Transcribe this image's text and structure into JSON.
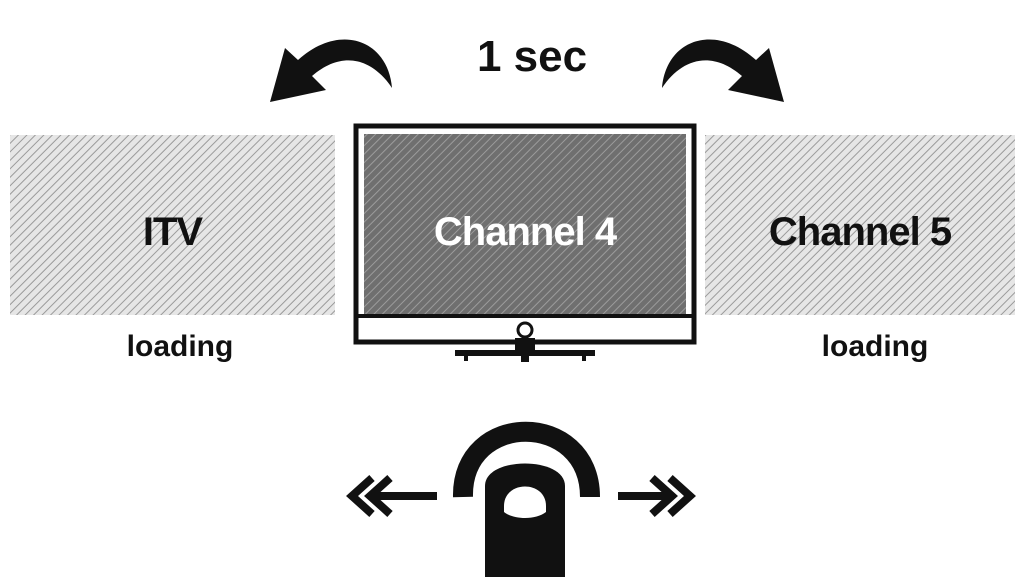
{
  "timing": {
    "label": "1 sec"
  },
  "channels": {
    "left": {
      "name": "ITV",
      "status": "loading"
    },
    "center": {
      "name": "Channel 4"
    },
    "right": {
      "name": "Channel 5",
      "status": "loading"
    }
  },
  "colors": {
    "ink": "#111111",
    "hatch_light_bg": "#e6e6e6",
    "hatch_dark_bg": "#6f6f6f",
    "background": "#ffffff"
  },
  "icons": {
    "rotate_left": "curved-arrow-left-icon",
    "rotate_right": "curved-arrow-right-icon",
    "swipe_left": "double-chevron-left-arrow-icon",
    "swipe_right": "double-chevron-right-arrow-icon",
    "gesture": "finger-swipe-icon",
    "tv": "tv-icon"
  }
}
